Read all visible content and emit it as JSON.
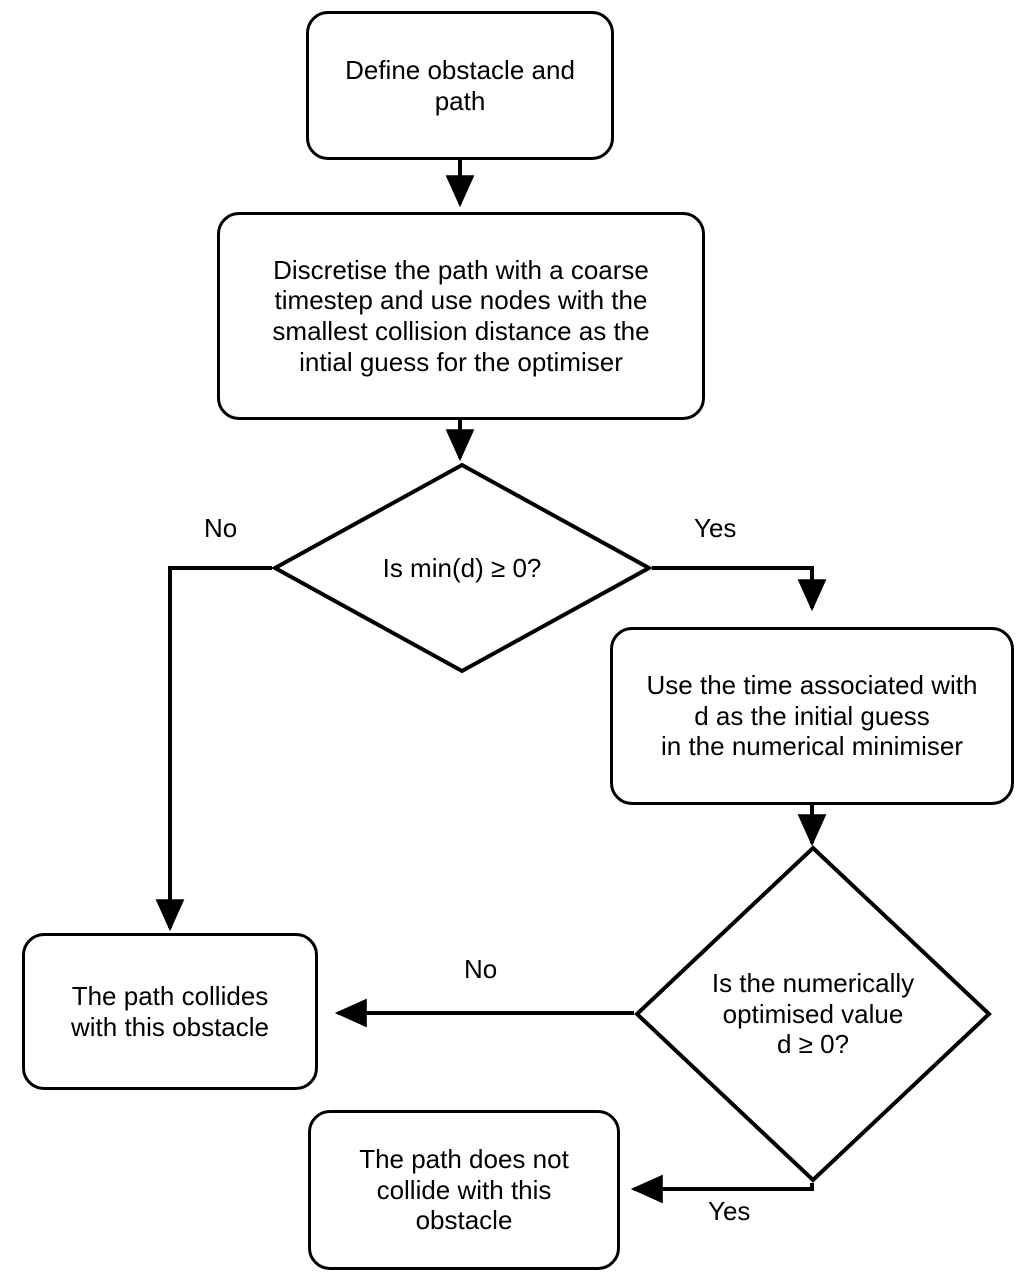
{
  "diagram": {
    "title": "Obstacle collision checking flowchart",
    "stroke_color": "#000000",
    "fill_color": "#ffffff",
    "nodes": [
      {
        "id": "define",
        "shape": "rounded-rect",
        "text": "Define obstacle and\npath",
        "font_size": 26
      },
      {
        "id": "discretise",
        "shape": "rounded-rect",
        "text": "Discretise the path with a coarse\ntimestep and use nodes with the\nsmallest collision distance as the\nintial guess for the optimiser",
        "font_size": 26
      },
      {
        "id": "decision1",
        "shape": "diamond",
        "text": "Is min(d) ≥ 0?",
        "font_size": 26
      },
      {
        "id": "usetime",
        "shape": "rounded-rect",
        "text": "Use the time associated with\nd as the initial guess\nin the numerical minimiser",
        "font_size": 26
      },
      {
        "id": "decision2",
        "shape": "diamond",
        "text": "Is the numerically\noptimised value\nd ≥ 0?",
        "font_size": 26
      },
      {
        "id": "collides",
        "shape": "rounded-rect",
        "text": "The path collides\nwith this obstacle",
        "font_size": 26
      },
      {
        "id": "notcollide",
        "shape": "rounded-rect",
        "text": "The path does not\ncollide with this\nobstacle",
        "font_size": 26
      }
    ],
    "edge_labels": [
      {
        "id": "d1-no",
        "text": "No"
      },
      {
        "id": "d1-yes",
        "text": "Yes"
      },
      {
        "id": "d2-no",
        "text": "No"
      },
      {
        "id": "d2-yes",
        "text": "Yes"
      }
    ]
  }
}
